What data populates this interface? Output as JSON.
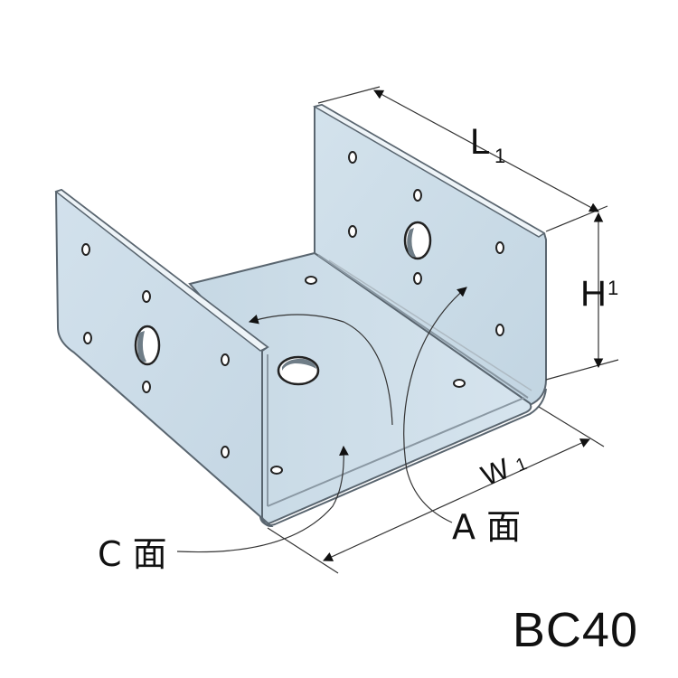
{
  "model": "BC40",
  "dimensions": {
    "length": {
      "letter": "L",
      "sub": "1"
    },
    "height": {
      "letter": "H",
      "sub": "1"
    },
    "width": {
      "letter": "W",
      "sub": "1"
    }
  },
  "faces": {
    "a_face": "A 面",
    "c_face": "C 面"
  },
  "colors": {
    "plate": "#c9dae6",
    "plate_light": "#dbe7f0",
    "edge": "#5a6670",
    "line": "#222222"
  }
}
